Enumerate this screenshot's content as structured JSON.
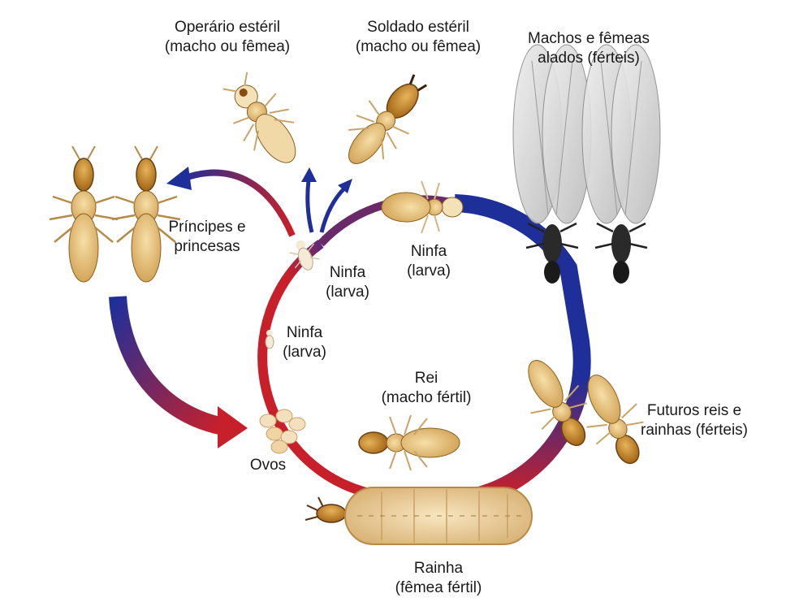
{
  "colors": {
    "red": "#c8202a",
    "blue": "#1f2f9a",
    "body": "#e9c27a",
    "head": "#c98a2a",
    "wing": "#dcdcdc"
  },
  "labels": {
    "worker": {
      "line1": "Operário estéril",
      "line2": "(macho ou fêmea)"
    },
    "soldier": {
      "line1": "Soldado estéril",
      "line2": "(macho ou fêmea)"
    },
    "winged": {
      "line1": "Machos e fêmeas",
      "line2": "alados (férteis)"
    },
    "princes": {
      "line1": "Príncipes e",
      "line2": "princesas"
    },
    "nymph_a": {
      "line1": "Ninfa",
      "line2": "(larva)"
    },
    "nymph_b": {
      "line1": "Ninfa",
      "line2": "(larva)"
    },
    "nymph_c": {
      "line1": "Ninfa",
      "line2": "(larva)"
    },
    "king": {
      "line1": "Rei",
      "line2": "(macho fértil)"
    },
    "future": {
      "line1": "Futuros reis e",
      "line2": "rainhas (férteis)"
    },
    "eggs": {
      "line1": "Ovos"
    },
    "queen": {
      "line1": "Rainha",
      "line2": "(fêmea fértil)"
    }
  },
  "icons": [
    "termite-worker",
    "termite-soldier",
    "termite-winged",
    "termite-prince",
    "termite-nymph",
    "termite-king",
    "termite-queen",
    "egg-cluster"
  ]
}
